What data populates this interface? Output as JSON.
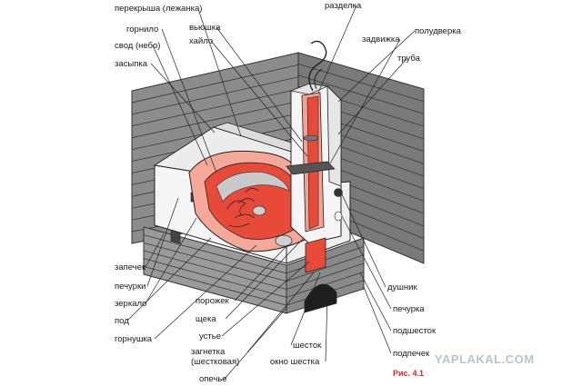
{
  "labels": {
    "perekryshа": "перекрыша (лежанка)",
    "gornilo": "горнило",
    "svod": "свод (небо)",
    "zasypka": "засыпка",
    "vyoushka": "вьюшка",
    "khaylo": "хайло",
    "razdelka": "разделка",
    "zadvizhka": "задвижка",
    "poddverka": "полудверка",
    "truba": "труба",
    "zapechek": "запечек",
    "pechurki": "печурки",
    "zerkalo": "зеркало",
    "pod": "под",
    "gornushka": "горнушка",
    "porozhek": "порожек",
    "shcheka": "щека",
    "ustye": "устье",
    "zagnetka": "загнетка",
    "shestkovaya": "(шестковая)",
    "opechye": "опечье",
    "shestok": "шесток",
    "okno_shestka": "окно шестка",
    "dushnik": "душник",
    "pechurka": "печурка",
    "podshestok": "подшесток",
    "podpechek": "подпечек"
  },
  "watermark": "YAPLAKAL.COM",
  "caption": "Рис. 4.1",
  "colors": {
    "fire": "#e84a3a",
    "fire_light": "#f4a89a",
    "wall_dark": "#5a5a5a",
    "wall_light": "#9a9a9a",
    "stove_white": "#f4f4f4"
  }
}
